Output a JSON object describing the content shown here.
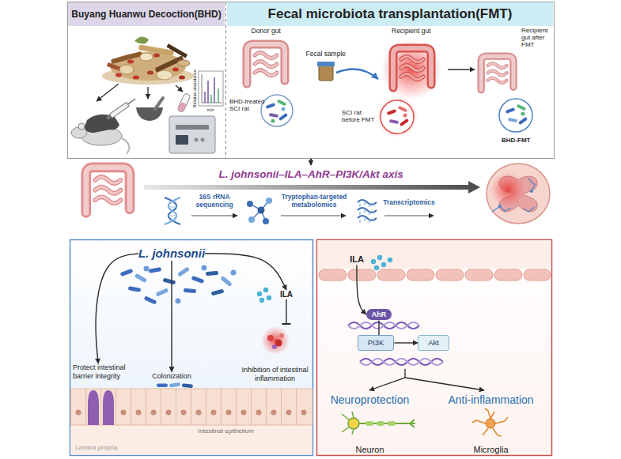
{
  "diagram": {
    "nodes": [
      {
        "text": [
          "Buyang Huanwu Decoction(BHD)"
        ]
      },
      {
        "text": [
          "Fecal microbiota transplantation(FMT)"
        ]
      },
      {
        "text": [
          "L. johnsonii"
        ]
      },
      {
        "text": [
          "ILA"
        ]
      },
      {
        "text": [
          "Protect intestinal barrier integrity"
        ]
      },
      {
        "text": [
          "Colonization"
        ]
      },
      {
        "text": [
          "Inhibition of intestinal inflammation"
        ]
      },
      {
        "text": [
          "ILA"
        ]
      },
      {
        "text": [
          "AhR"
        ]
      },
      {
        "text": [
          "PI3K"
        ]
      },
      {
        "text": [
          "Akt"
        ]
      },
      {
        "text": [
          "Neuroprotection",
          "Neuron"
        ]
      },
      {
        "text": [
          "Anti-inflammation",
          "Microglia"
        ]
      }
    ],
    "edges": [
      {
        "from": 2,
        "to": 4,
        "arrow": "to"
      },
      {
        "from": 2,
        "to": 5,
        "arrow": "to"
      },
      {
        "from": 2,
        "to": 3,
        "arrow": "to"
      },
      {
        "from": 3,
        "to": 6,
        "arrow": "to"
      },
      {
        "from": 7,
        "to": 8,
        "arrow": "to"
      },
      {
        "from": 8,
        "to": 9,
        "arrow": "none"
      },
      {
        "from": 9,
        "to": 10,
        "arrow": "to"
      }
    ],
    "labels": [
      "Donor gut",
      "Fecal sample",
      "Recipient gut",
      "Recipient gut after FMT",
      "BHD-treated SCI rat",
      "SCI rat before FMT",
      "BHD-FMT",
      "Relative abundance",
      "m/z",
      "L. johnsonii–ILA–AhR–PI3K/Akt axis",
      "16S rRNA sequencing",
      "Tryptophan-targeted metabolomics",
      "Transcriptomics",
      "Intestinal epithelium",
      "Lamina propria"
    ]
  }
}
